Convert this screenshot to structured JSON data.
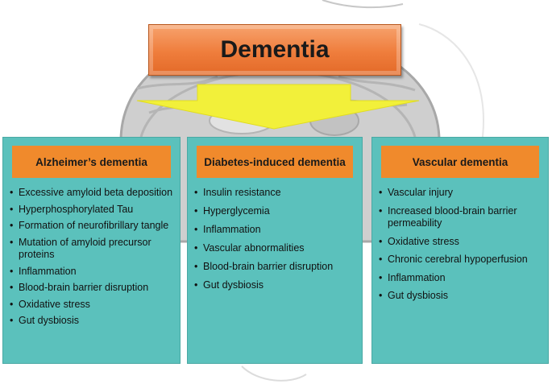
{
  "title": "Dementia",
  "panels": [
    {
      "heading": "Alzheimer’s dementia",
      "items": [
        "Excessive amyloid beta deposition",
        "Hyperphosphorylated Tau",
        "Formation of neurofibrillary tangle",
        "Mutation of amyloid precursor proteins",
        "Inflammation",
        "Blood-brain barrier disruption",
        "Oxidative stress",
        "Gut dysbiosis"
      ]
    },
    {
      "heading": "Diabetes-induced dementia",
      "items": [
        "Insulin resistance",
        "Hyperglycemia",
        "Inflammation",
        "Vascular abnormalities",
        "Blood-brain barrier disruption",
        "Gut dysbiosis"
      ]
    },
    {
      "heading": "Vascular dementia",
      "items": [
        "Vascular injury",
        "Increased blood-brain barrier permeability",
        "Oxidative stress",
        "Chronic cerebral hypoperfusion",
        "Inflammation",
        "Gut dysbiosis"
      ]
    }
  ],
  "colors": {
    "title_box": "#ef7d3c",
    "panel_bg": "#5bc1bc",
    "panel_head": "#f08a2c",
    "arrow": "#f2f03a"
  }
}
